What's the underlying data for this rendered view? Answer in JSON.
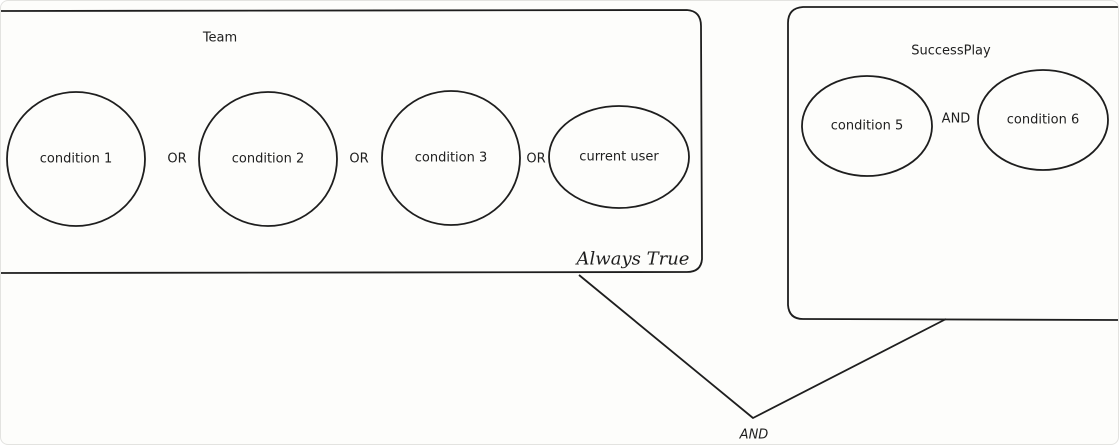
{
  "groups": {
    "team": {
      "title": "Team",
      "note": "Always True",
      "conditions": [
        "condition 1",
        "condition 2",
        "condition 3",
        "current user"
      ],
      "operators": [
        "OR",
        "OR",
        "OR"
      ]
    },
    "successplay": {
      "title": "SuccessPlay",
      "conditions": [
        "condition 5",
        "condition 6"
      ],
      "operators": [
        "AND"
      ]
    }
  },
  "join": {
    "label": "AND"
  },
  "colors": {
    "stroke": "#1e1e1e",
    "background": "#fdfdfb"
  }
}
